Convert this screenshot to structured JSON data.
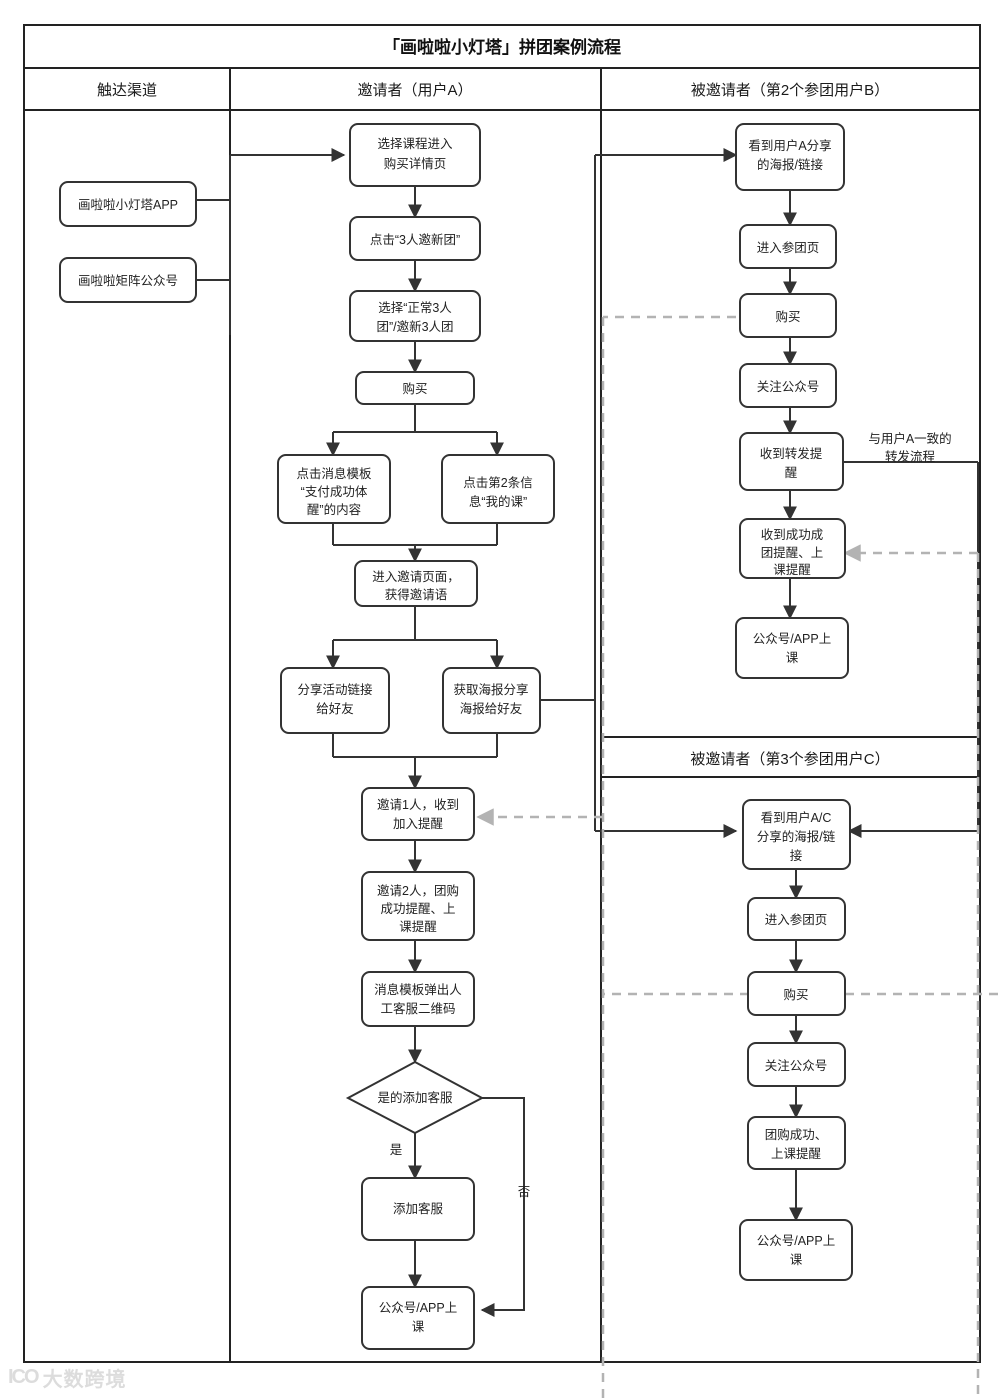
{
  "title": "「画啦啦小灯塔」拼团案例流程",
  "lanes": [
    {
      "id": "channel",
      "label": "触达渠道"
    },
    {
      "id": "inviter",
      "label": "邀请者（用户A）"
    },
    {
      "id": "inviteeB",
      "label": "被邀请者（第2个参团用户B）"
    },
    {
      "id": "inviteeC",
      "label": "被邀请者（第3个参团用户C）"
    }
  ],
  "nodes": {
    "ch1": {
      "label": "画啦啦小灯塔APP"
    },
    "ch2": {
      "label": "画啦啦矩阵公众号"
    },
    "a1": {
      "label": "选择课程进入购买详情页"
    },
    "a2": {
      "label": "点击“3人邀新团”"
    },
    "a3": {
      "label": "选择“正常3人团”/邀新3人团"
    },
    "a4": {
      "label": "购买"
    },
    "a5": {
      "label": "点击消息模板“支付成功体醒”的内容"
    },
    "a6": {
      "label": "点击第2条信息“我的课”"
    },
    "a7": {
      "label": "进入邀请页面，获得邀请语"
    },
    "a8": {
      "label": "分享活动链接给好友"
    },
    "a9": {
      "label": "获取海报分享海报给好友"
    },
    "a10": {
      "label": "邀请1人，收到加入提醒"
    },
    "a11": {
      "label": "邀请2人，团购成功提醒、上课提醒"
    },
    "a12": {
      "label": "消息模板弹出人工客服二维码"
    },
    "a13": {
      "label": "是的添加客服"
    },
    "a14": {
      "label": "添加客服"
    },
    "a15": {
      "label": "公众号/APP上课"
    },
    "b1": {
      "label": "看到用户A分享的海报/链接"
    },
    "b2": {
      "label": "进入参团页"
    },
    "b3": {
      "label": "购买"
    },
    "b4": {
      "label": "关注公众号"
    },
    "b5": {
      "label": "收到转发提醒"
    },
    "b6": {
      "label": "收到成功成团提醒、上课提醒"
    },
    "b7": {
      "label": "公众号/APP上课"
    },
    "c1": {
      "label": "看到用户A/C分享的海报/链接"
    },
    "c2": {
      "label": "进入参团页"
    },
    "c3": {
      "label": "购买"
    },
    "c4": {
      "label": "关注公众号"
    },
    "c5": {
      "label": "团购成功、上课提醒"
    },
    "c6": {
      "label": "公众号/APP上课"
    }
  },
  "edge_labels": {
    "yes": "是",
    "no": "否",
    "same_as_a": "与用户A一致的转发流程"
  },
  "watermark": {
    "logo": "ICO",
    "text": "大数跨境"
  },
  "colors": {
    "stroke": "#333333",
    "dashed": "#b3b3b3",
    "frame": "#222222",
    "fill": "#ffffff",
    "text": "#222222"
  }
}
